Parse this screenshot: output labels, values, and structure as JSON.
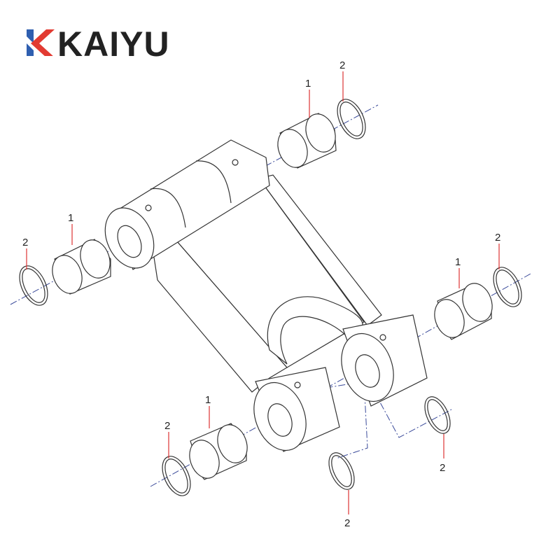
{
  "logo": {
    "text": "KAIYU",
    "colors": {
      "blue": "#2f5fb0",
      "red": "#e23b32",
      "text": "#222222"
    }
  },
  "callouts": {
    "bushing_label": "1",
    "seal_label": "2"
  },
  "colors": {
    "axis": "#3a4a9a",
    "leader": "#dd3333",
    "outline": "#333333"
  }
}
